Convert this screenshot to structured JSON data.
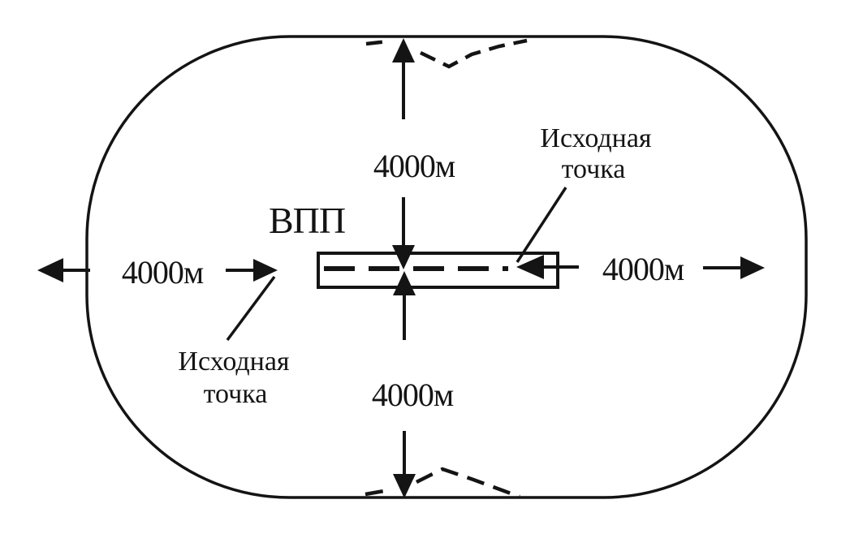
{
  "diagram": {
    "kind": "runway-initial-point-clearance-scheme",
    "runway_label": "ВПП",
    "dimensions": {
      "top": "4000м",
      "bottom": "4000м",
      "left": "4000м",
      "right": "4000м"
    },
    "initial_point_top": {
      "line1": "Исходная",
      "line2": "точка"
    },
    "initial_point_bottom": {
      "line1": "Исходная",
      "line2": "точка"
    },
    "colors": {
      "ink": "#141414",
      "background": "#ffffff"
    }
  }
}
